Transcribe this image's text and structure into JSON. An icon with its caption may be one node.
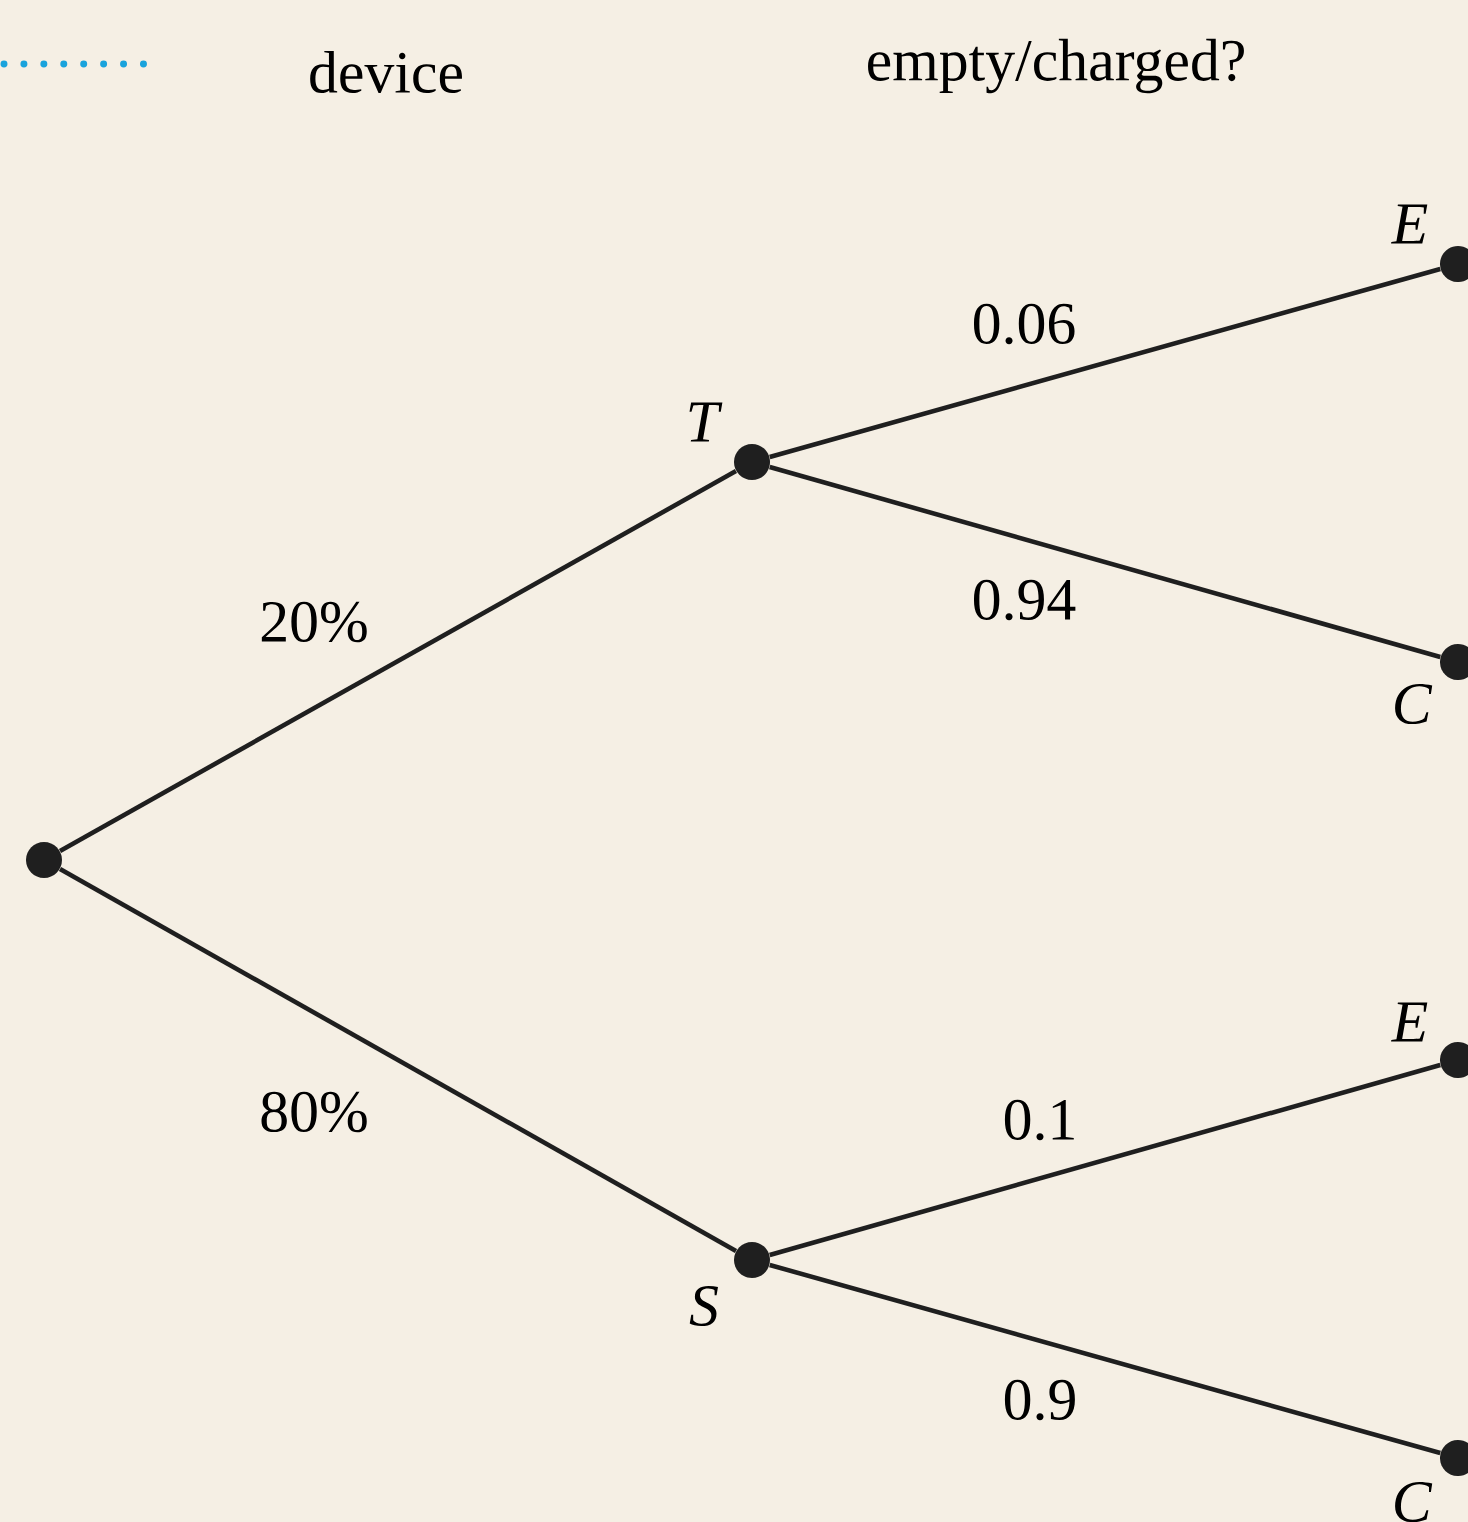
{
  "diagram": {
    "nodes": [
      {
        "text": [],
        "shape": "circle"
      },
      {
        "text": [],
        "shape": "circle",
        "beside": [
          "*T*"
        ]
      },
      {
        "text": [],
        "shape": "circle",
        "beside": [
          "*S*"
        ]
      },
      {
        "text": [],
        "shape": "circle",
        "beside": [
          "*E*"
        ]
      },
      {
        "text": [],
        "shape": "circle",
        "beside": [
          "*C*"
        ]
      },
      {
        "text": [],
        "shape": "circle",
        "beside": [
          "*E*"
        ]
      },
      {
        "text": [],
        "shape": "circle",
        "beside": [
          "*C*"
        ]
      }
    ],
    "edges": [
      {
        "from": 0,
        "to": 1,
        "arrow": "none",
        "label": "20%"
      },
      {
        "from": 0,
        "to": 2,
        "arrow": "none",
        "label": "80%"
      },
      {
        "from": 1,
        "to": 3,
        "arrow": "none",
        "label": "0.06"
      },
      {
        "from": 1,
        "to": 4,
        "arrow": "none",
        "label": "0.94"
      },
      {
        "from": 2,
        "to": 5,
        "arrow": "none",
        "label": "0.1"
      },
      {
        "from": 2,
        "to": 6,
        "arrow": "none",
        "label": "0.9"
      }
    ],
    "labels": [
      "device",
      "empty/charged?"
    ]
  }
}
